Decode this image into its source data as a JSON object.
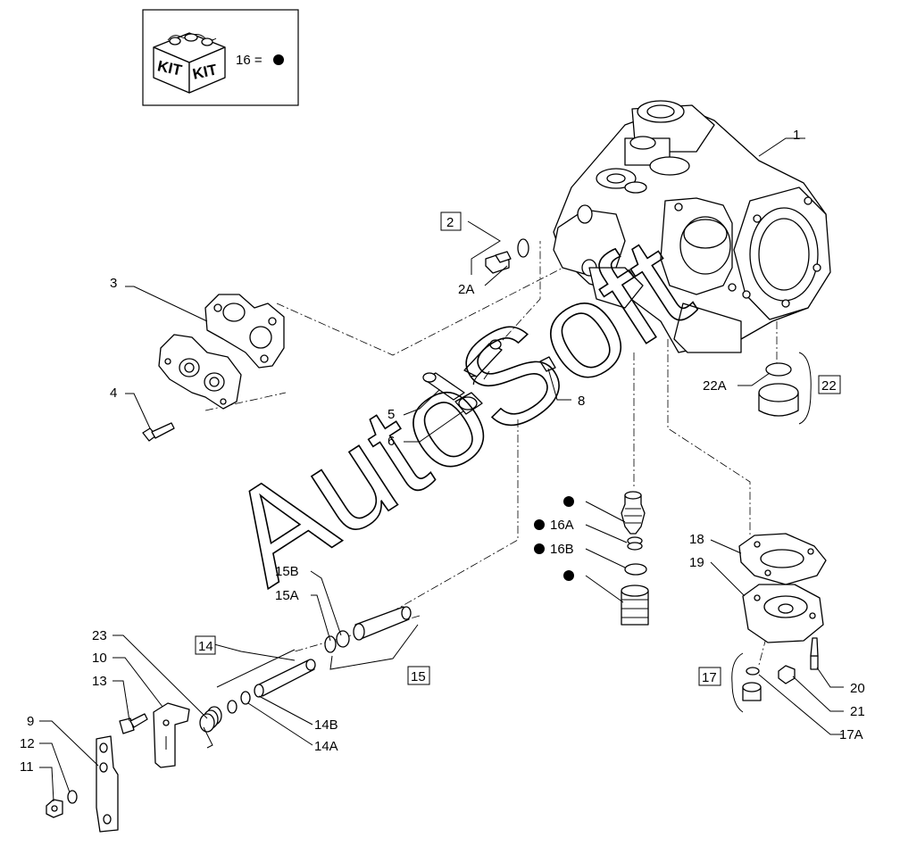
{
  "kit_legend": {
    "kit_word_left": "KIT",
    "kit_word_right": "KIT",
    "equation": "16 ="
  },
  "watermark": "AutoSoft",
  "callouts": {
    "c1": "1",
    "c2": "2",
    "c2a": "2A",
    "c3": "3",
    "c4": "4",
    "c5": "5",
    "c6": "6",
    "c7": "7",
    "c8": "8",
    "c9": "9",
    "c10": "10",
    "c11": "11",
    "c12": "12",
    "c13": "13",
    "c14": "14",
    "c14a": "14A",
    "c14b": "14B",
    "c15": "15",
    "c15a": "15A",
    "c15b": "15B",
    "c16a": "16A",
    "c16b": "16B",
    "c17": "17",
    "c17a": "17A",
    "c18": "18",
    "c19": "19",
    "c20": "20",
    "c21": "21",
    "c22": "22",
    "c22a": "22A",
    "c23": "23"
  }
}
